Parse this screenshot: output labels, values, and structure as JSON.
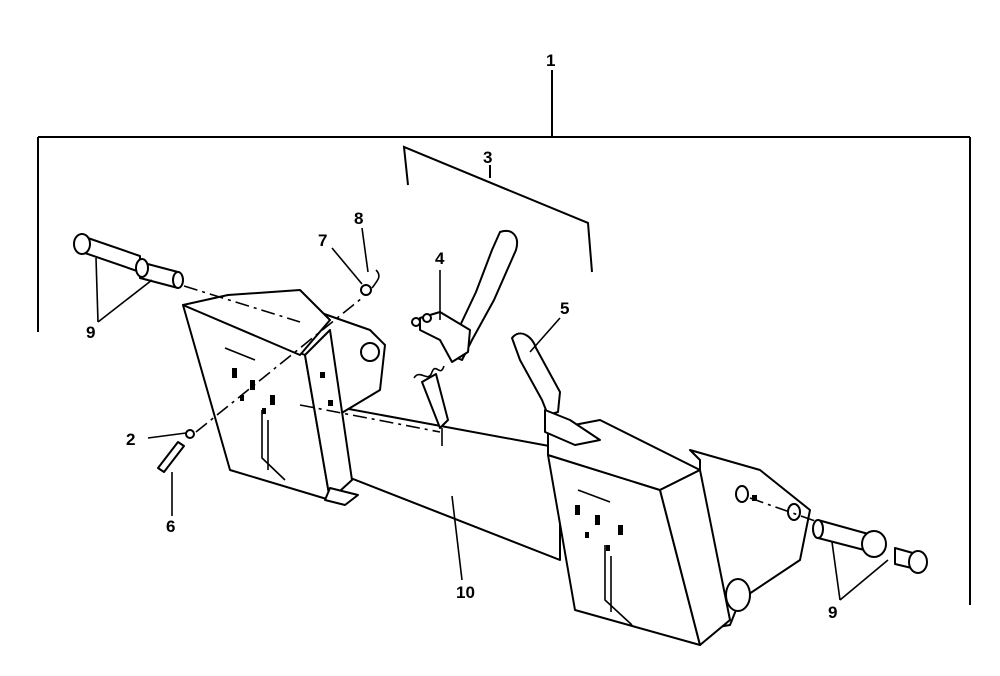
{
  "callouts": {
    "c1": "1",
    "c2": "2",
    "c3": "3",
    "c4": "4",
    "c5": "5",
    "c6": "6",
    "c7": "7",
    "c8": "8",
    "c9_left": "9",
    "c9_right": "9",
    "c10": "10"
  }
}
